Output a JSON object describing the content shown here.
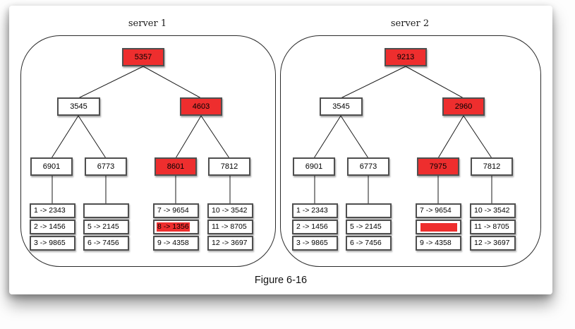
{
  "figure": {
    "caption": "Figure 6-16"
  },
  "colors": {
    "highlight": "#ee2e2e",
    "box_border": "#4f4f4f",
    "edge": "#1a1a1a"
  },
  "servers": [
    {
      "label": "server 1",
      "root": {
        "value": "5357",
        "highlighted": true
      },
      "level2": [
        {
          "value": "3545",
          "highlighted": false
        },
        {
          "value": "4603",
          "highlighted": true
        }
      ],
      "leaves": [
        {
          "value": "6901",
          "highlighted": false
        },
        {
          "value": "6773",
          "highlighted": false
        },
        {
          "value": "8601",
          "highlighted": true
        },
        {
          "value": "7812",
          "highlighted": false
        }
      ],
      "blocks": [
        {
          "cells": [
            {
              "text": "1 -> 2343"
            },
            {
              "text": "2 -> 1456"
            },
            {
              "text": "3 -> 9865"
            }
          ]
        },
        {
          "cells": [
            {
              "text": ""
            },
            {
              "text": "5 -> 2145"
            },
            {
              "text": "6 -> 7456"
            }
          ]
        },
        {
          "cells": [
            {
              "text": "7 -> 9654"
            },
            {
              "text": "8 -> 1356",
              "text_highlight": true
            },
            {
              "text": "9 -> 4358"
            }
          ]
        },
        {
          "cells": [
            {
              "text": "10 -> 3542"
            },
            {
              "text": "11 -> 8705"
            },
            {
              "text": "12 -> 3697"
            }
          ]
        }
      ]
    },
    {
      "label": "server 2",
      "root": {
        "value": "9213",
        "highlighted": true
      },
      "level2": [
        {
          "value": "3545",
          "highlighted": false
        },
        {
          "value": "2960",
          "highlighted": true
        }
      ],
      "leaves": [
        {
          "value": "6901",
          "highlighted": false
        },
        {
          "value": "6773",
          "highlighted": false
        },
        {
          "value": "7975",
          "highlighted": true
        },
        {
          "value": "7812",
          "highlighted": false
        }
      ],
      "blocks": [
        {
          "cells": [
            {
              "text": "1 -> 2343"
            },
            {
              "text": "2 -> 1456"
            },
            {
              "text": "3 -> 9865"
            }
          ]
        },
        {
          "cells": [
            {
              "text": ""
            },
            {
              "text": "5 -> 2145"
            },
            {
              "text": "6 -> 7456"
            }
          ]
        },
        {
          "cells": [
            {
              "text": "7 -> 9654"
            },
            {
              "text": "",
              "bar_highlight": true
            },
            {
              "text": "9 -> 4358"
            }
          ]
        },
        {
          "cells": [
            {
              "text": "10 -> 3542"
            },
            {
              "text": "11 -> 8705"
            },
            {
              "text": "12 -> 3697"
            }
          ]
        }
      ]
    }
  ]
}
